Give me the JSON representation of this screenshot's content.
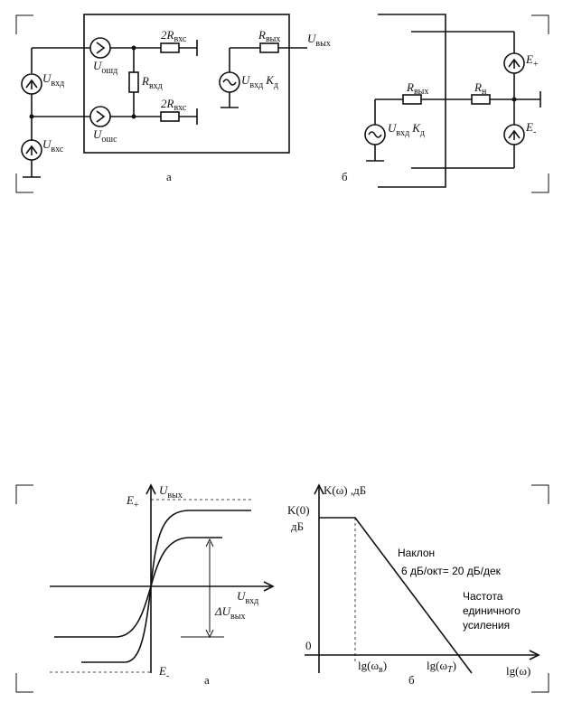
{
  "figure_top": {
    "panel_a": {
      "label": "а",
      "U_vhd": {
        "main": "U",
        "sub": "вхд"
      },
      "U_vhs": {
        "main": "U",
        "sub": "вхс"
      },
      "U_oshd": {
        "main": "U",
        "sub": "ошд"
      },
      "U_oshs": {
        "main": "U",
        "sub": "ошс"
      },
      "R_vhd": {
        "main": "R",
        "sub": "вхд"
      },
      "R2_vhs_top": {
        "main": "2R",
        "sub": "вхс"
      },
      "R2_vhs_bottom": {
        "main": "2R",
        "sub": "вхс"
      },
      "R_vyh": {
        "main": "R",
        "sub": "вых"
      },
      "U_vyh": {
        "main": "U",
        "sub": "вых"
      },
      "source_out": {
        "main": "U",
        "sub": "вхд",
        "main2": "K",
        "sub2": "д"
      }
    },
    "panel_b": {
      "label": "б",
      "R_vyh": {
        "main": "R",
        "sub": "вых"
      },
      "R_n": {
        "main": "R",
        "sub": "н"
      },
      "source": {
        "main": "U",
        "sub": "вхд",
        "main2": "K",
        "sub2": "д"
      },
      "E_plus": {
        "main": "E",
        "sub": "+"
      },
      "E_minus": {
        "main": "E",
        "sub": "-"
      }
    }
  },
  "figure_bottom": {
    "panel_a": {
      "label": "а",
      "E_plus": {
        "main": "E",
        "sub": "+"
      },
      "E_minus": {
        "main": "E",
        "sub": "-"
      },
      "U_vyh": {
        "main": "U",
        "sub": "вых"
      },
      "U_vhd": {
        "main": "U",
        "sub": "вхд"
      },
      "delta_U_vyh": {
        "main": "ΔU",
        "sub": "вых"
      }
    },
    "panel_b": {
      "label": "б",
      "y_axis_label": "K(ω) ,дБ",
      "k0_label": "K(0)",
      "db_label": "дБ",
      "zero_label": "0",
      "slope_title": "Наклон",
      "slope_value": "6 дБ/окт= 20 дБ/дек",
      "unity_line1": "Частота",
      "unity_line2": "единичного",
      "unity_line3": "усиления",
      "lg_wv": {
        "pre": "lg(ω",
        "sub": "в",
        "post": ")"
      },
      "lg_wt": {
        "pre": "lg(ω",
        "sub": "T",
        "post": ")"
      },
      "lg_w": "lg(ω)"
    }
  }
}
